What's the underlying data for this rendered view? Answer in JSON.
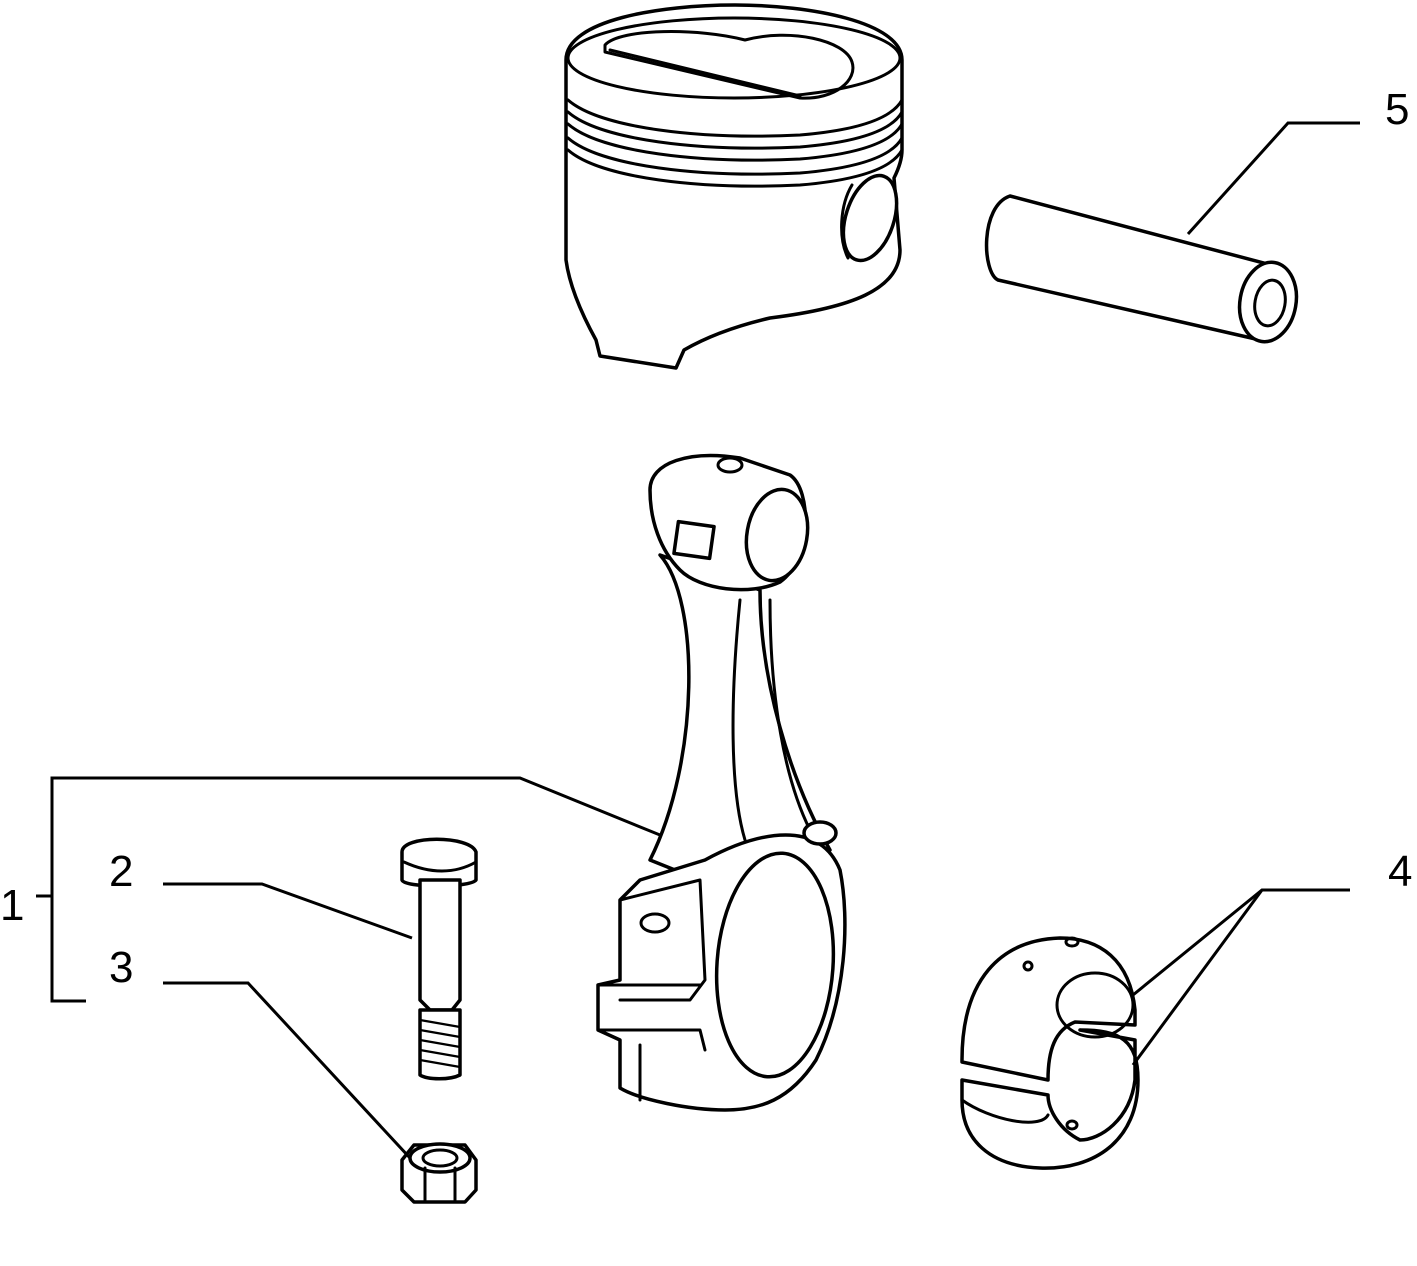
{
  "callouts": [
    {
      "id": "1",
      "label": "1"
    },
    {
      "id": "2",
      "label": "2"
    },
    {
      "id": "3",
      "label": "3"
    },
    {
      "id": "4",
      "label": "4"
    },
    {
      "id": "5",
      "label": "5"
    }
  ],
  "parts": [
    "piston",
    "piston-pin",
    "connecting-rod",
    "rod-bolt",
    "rod-nut",
    "bearing-shells"
  ]
}
